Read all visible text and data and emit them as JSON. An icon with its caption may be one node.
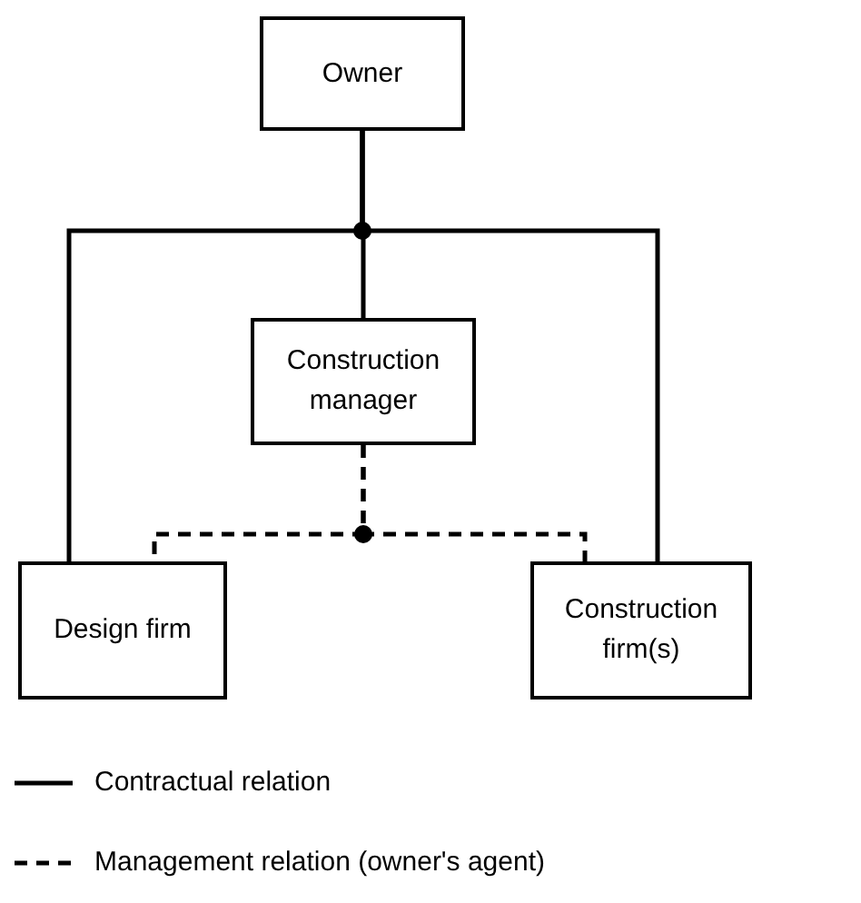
{
  "diagram": {
    "nodes": [
      {
        "text": [
          "Owner"
        ]
      },
      {
        "text": [
          "Construction manager"
        ]
      },
      {
        "text": [
          "Design firm"
        ]
      },
      {
        "text": [
          "Construction firm(s)"
        ]
      }
    ],
    "edges": [
      {
        "from": 0,
        "to": 2,
        "arrow": "none"
      },
      {
        "from": 0,
        "to": 1,
        "arrow": "none"
      },
      {
        "from": 0,
        "to": 3,
        "arrow": "none"
      },
      {
        "from": 1,
        "to": 2,
        "arrow": "none",
        "style": "dashed"
      },
      {
        "from": 1,
        "to": 3,
        "arrow": "none",
        "style": "dashed"
      }
    ],
    "legend": [
      {
        "text": "Contractual relation"
      },
      {
        "text": "Management relation (owner's agent)"
      }
    ]
  }
}
